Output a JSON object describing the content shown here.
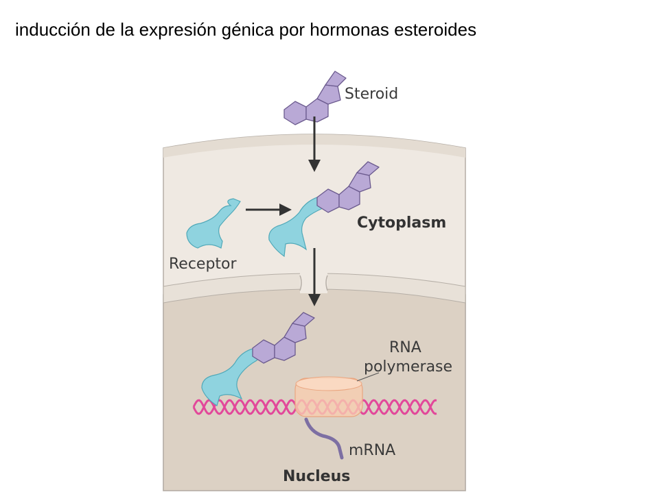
{
  "title": "inducción de la expresión génica por hormonas esteroides",
  "labels": {
    "steroid": "Steroid",
    "cytoplasm": "Cytoplasm",
    "receptor": "Receptor",
    "rna_polymerase_line1": "RNA",
    "rna_polymerase_line2": "polymerase",
    "mrna": "mRNA",
    "nucleus": "Nucleus"
  },
  "colors": {
    "steroid_fill": "#b9a9d6",
    "receptor_fill": "#8fd3df",
    "cytoplasm_fill": "#efe9e2",
    "nucleus_fill": "#dcd1c4",
    "dna_strand": "#e2489a",
    "polymerase_fill": "#f9cdb0",
    "mrna_strand": "#7d6fa3",
    "arrow": "#333333"
  }
}
